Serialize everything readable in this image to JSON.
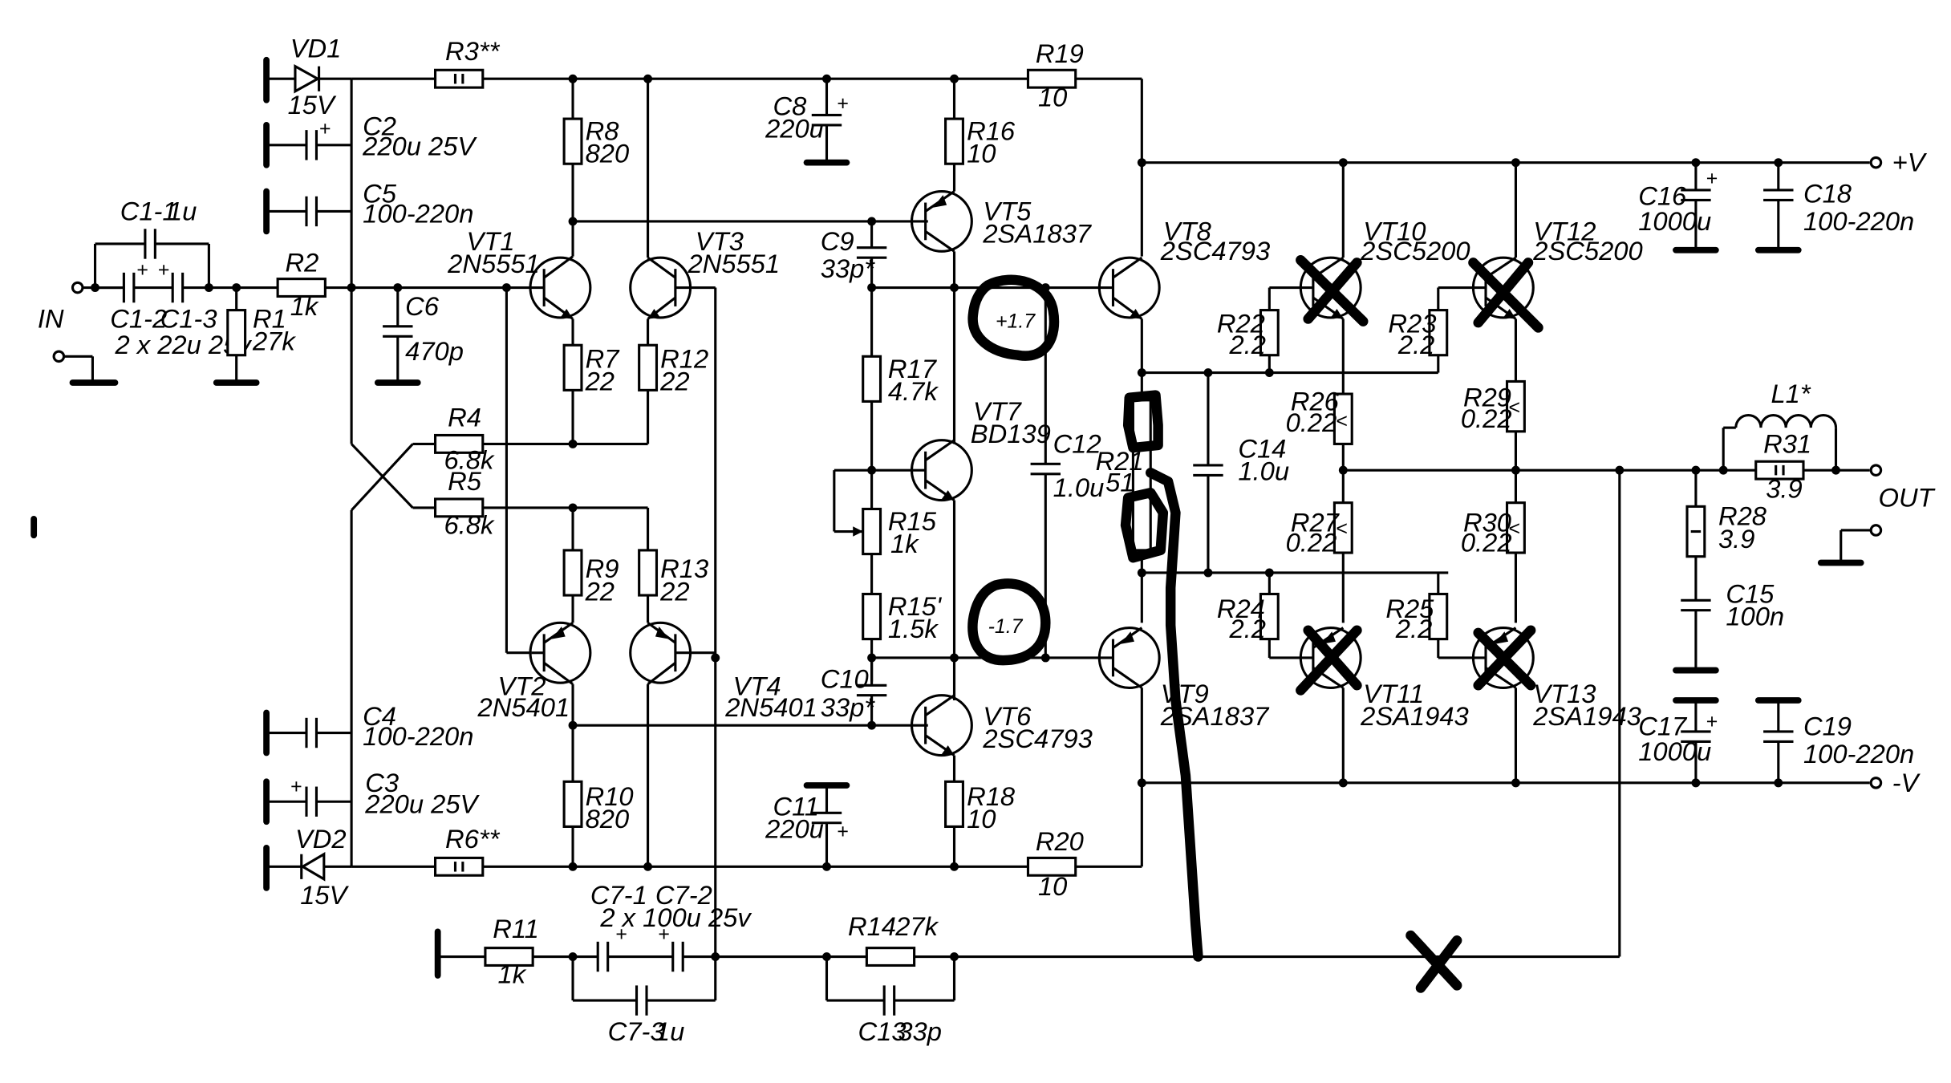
{
  "labels": {
    "vd1": "VD1",
    "vd1v": "15V",
    "vd2": "VD2",
    "vd2v": "15V",
    "r3": "R3**",
    "r6": "R6**",
    "c2": "C2",
    "c2v": "220u 25V",
    "c5": "C5",
    "c5v": "100-220n",
    "c4": "C4",
    "c4v": "100-220n",
    "c3": "C3",
    "c3v": "220u 25V",
    "c11": "C1-1",
    "c11v": "1u",
    "c12": "C1-2",
    "c13": "C1-3",
    "c1v": "2 x 22u 25v",
    "in": "IN",
    "r1": "R1",
    "r1v": "27k",
    "r2": "R2",
    "r2v": "1k",
    "c6": "C6",
    "c6v": "470p",
    "vt1": "VT1",
    "vt1t": "2N5551",
    "vt3": "VT3",
    "vt3t": "2N5551",
    "vt2": "VT2",
    "vt2t": "2N5401",
    "vt4": "VT4",
    "vt4t": "2N5401",
    "r8": "R8",
    "r8v": "820",
    "r7": "R7",
    "r7v": "22",
    "r12": "R12",
    "r12v": "22",
    "r9": "R9",
    "r9v": "22",
    "r13": "R13",
    "r13v": "22",
    "r10": "R10",
    "r10v": "820",
    "r4": "R4",
    "r4v": "6.8k",
    "r5": "R5",
    "r5v": "6.8k",
    "c8": "C8",
    "c8v": "220u",
    "c9": "C9",
    "c9v": "33p*",
    "c10": "C10",
    "c10v": "33p*",
    "c11b": "C11",
    "c11bv": "220u",
    "r16": "R16",
    "r16v": "10",
    "r18": "R18",
    "r18v": "10",
    "r19": "R19",
    "r19v": "10",
    "r20": "R20",
    "r20v": "10",
    "vt5": "VT5",
    "vt5t": "2SA1837",
    "vt6": "VT6",
    "vt6t": "2SC4793",
    "vt7": "VT7",
    "vt7t": "BD139",
    "r17": "R17",
    "r17v": "4.7k",
    "r15": "R15",
    "r15v": "1k",
    "r15p": "R15'",
    "r15pv": "1.5k",
    "c12b": "C12",
    "c12bv": "1.0u",
    "vt8": "VT8",
    "vt8t": "2SC4793",
    "vt9": "VT9",
    "vt9t": "2SA1837",
    "r21": "R21",
    "r21v": "51",
    "c14": "C14",
    "c14v": "1.0u",
    "vt10": "VT10",
    "vt10t": "2SC5200",
    "vt12": "VT12",
    "vt12t": "2SC5200",
    "vt11": "VT11",
    "vt11t": "2SA1943",
    "vt13": "VT13",
    "vt13t": "2SA1943",
    "r22": "R22",
    "r22v": "2.2",
    "r23": "R23",
    "r23v": "2.2",
    "r24": "R24",
    "r24v": "2.2",
    "r25": "R25",
    "r25v": "2.2",
    "r26": "R26",
    "r26v": "0.22",
    "r27": "R27",
    "r27v": "0.22",
    "r29": "R29",
    "r29v": "0.22",
    "r30": "R30",
    "r30v": "0.22",
    "c16": "C16",
    "c16v": "1000u",
    "c18": "C18",
    "c18v": "100-220n",
    "c17": "C17",
    "c17v": "1000u",
    "c19": "C19",
    "c19v": "100-220n",
    "l1": "L1*",
    "r31": "R31",
    "r31v": "3.9",
    "r28": "R28",
    "r28v": "3.9",
    "c15": "C15",
    "c15v": "100n",
    "out": "OUT",
    "vplus": "+V",
    "vminus": "-V",
    "r11": "R11",
    "r11v": "1k",
    "c71": "C7-1",
    "c72": "C7-2",
    "c7v": "2 x 100u 25v",
    "c73": "C7-3",
    "c73v": "1u",
    "r14": "R14",
    "r14v": "27k",
    "c13b": "C13",
    "c13bv": "33p",
    "volt_pos": "+1.7",
    "volt_neg": "-1.7"
  },
  "annotations": {
    "crossed_out_transistors": [
      "VT10",
      "VT11",
      "VT12",
      "VT13"
    ],
    "crossed_out_wire": "feedback from OUT",
    "drawing_color": "#000000"
  }
}
